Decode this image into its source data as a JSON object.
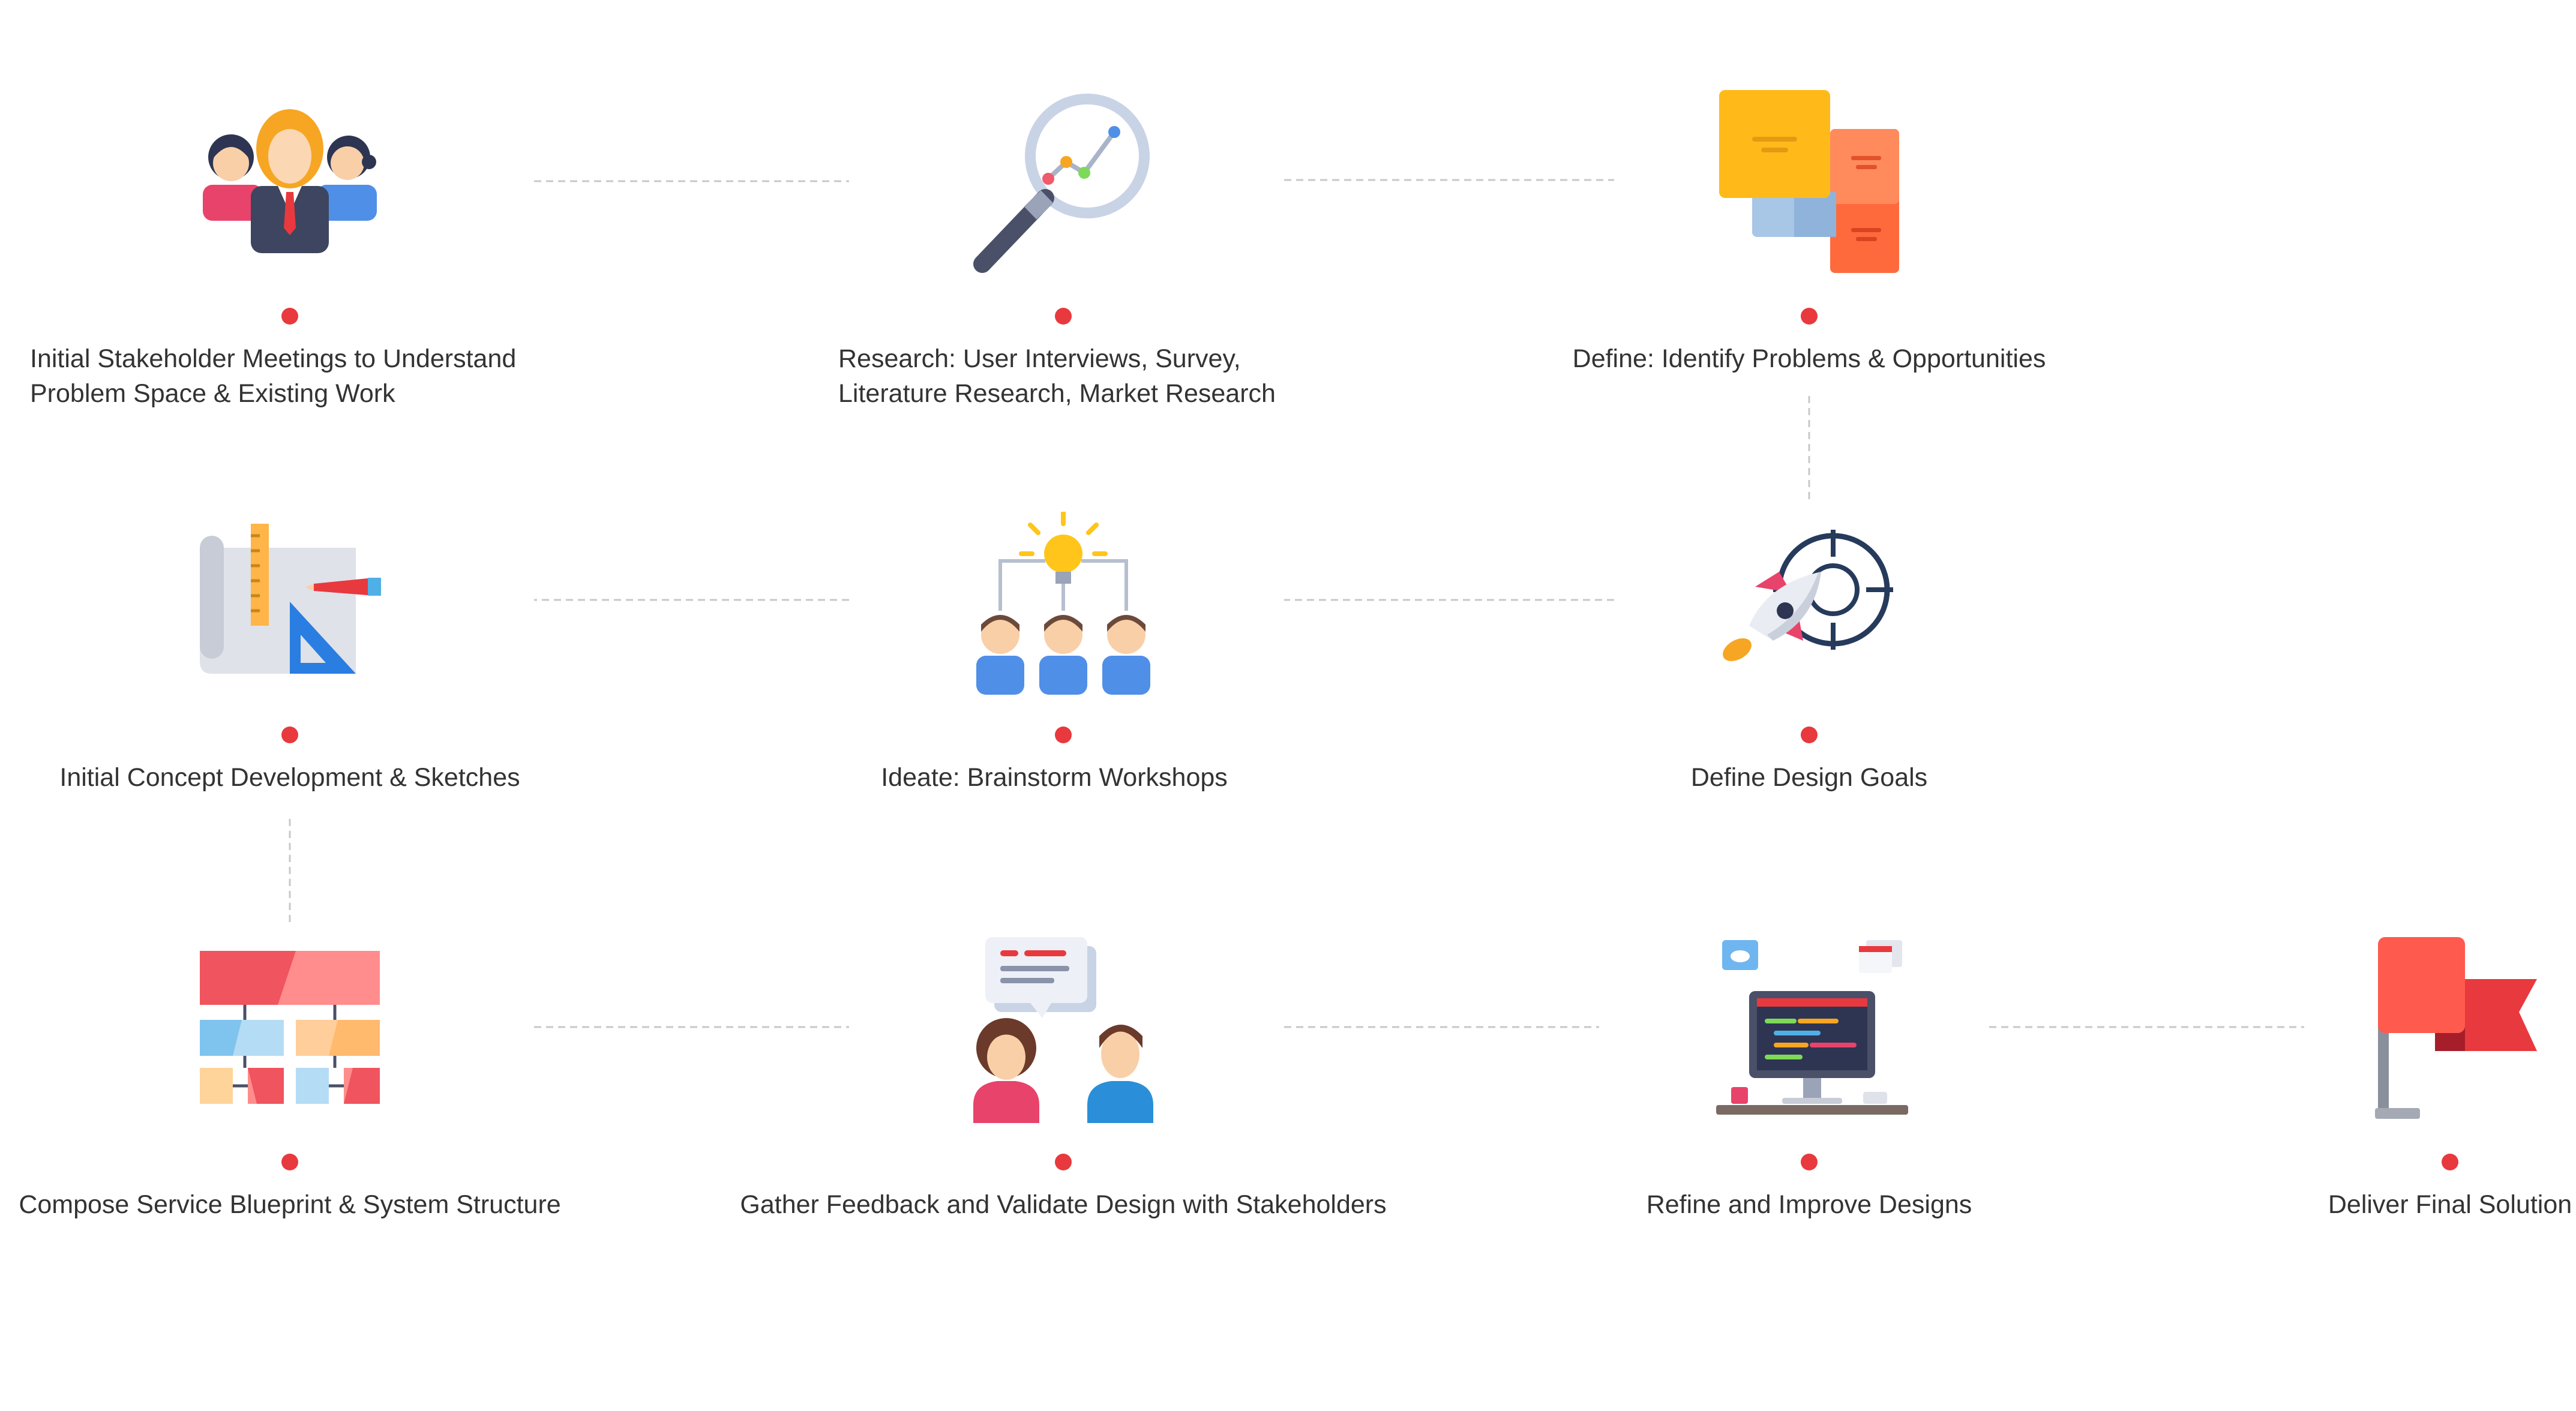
{
  "steps": [
    {
      "id": "stakeholder-meetings",
      "icon": "stakeholders-group-icon",
      "lines": [
        "Initial Stakeholder Meetings to Understand",
        "Problem Space & Existing Work"
      ]
    },
    {
      "id": "research",
      "icon": "magnifier-chart-icon",
      "lines": [
        "Research: User Interviews, Survey,",
        "Literature Research, Market Research"
      ]
    },
    {
      "id": "define-problems",
      "icon": "sticky-notes-icon",
      "lines": [
        "Define: Identify Problems & Opportunities"
      ]
    },
    {
      "id": "define-goals",
      "icon": "rocket-target-icon",
      "lines": [
        "Define Design Goals"
      ]
    },
    {
      "id": "ideate",
      "icon": "brainstorm-team-icon",
      "lines": [
        "Ideate: Brainstorm Workshops"
      ]
    },
    {
      "id": "concept-development",
      "icon": "blueprint-tools-icon",
      "lines": [
        "Initial Concept Development & Sketches"
      ]
    },
    {
      "id": "service-blueprint",
      "icon": "org-structure-icon",
      "lines": [
        "Compose Service Blueprint & System Structure"
      ]
    },
    {
      "id": "gather-feedback",
      "icon": "conversation-icon",
      "lines": [
        "Gather Feedback and Validate Design with Stakeholders"
      ]
    },
    {
      "id": "refine-designs",
      "icon": "developer-desk-icon",
      "lines": [
        "Refine and Improve Designs"
      ]
    },
    {
      "id": "deliver-solution",
      "icon": "flag-icon",
      "lines": [
        "Deliver Final Solution"
      ]
    }
  ],
  "colors": {
    "dot": "#e8393e",
    "connector": "#c8c8c8",
    "text": "#333333"
  }
}
